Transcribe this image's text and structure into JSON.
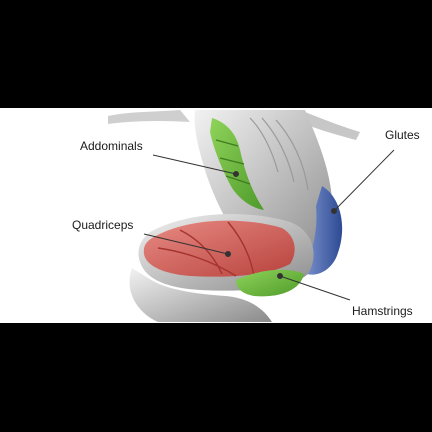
{
  "diagram": {
    "labels": {
      "abdominals": "Addominals",
      "glutes": "Glutes",
      "quadriceps": "Quadriceps",
      "hamstrings": "Hamstrings"
    }
  },
  "colors": {
    "background_bars": "#000000",
    "panel": "#ffffff",
    "skin_base": "#d9d9d9",
    "abdominals_highlight": "#6fbf3a",
    "glutes_highlight": "#4d6bb3",
    "quadriceps_highlight": "#d96a64",
    "hamstrings_highlight": "#7cc142",
    "leader_line": "#333333"
  }
}
